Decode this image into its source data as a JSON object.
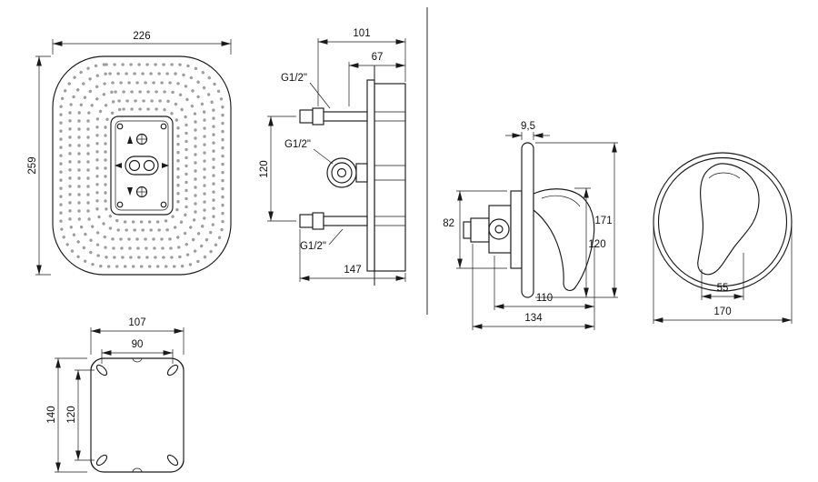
{
  "sheet": {
    "showerhead": {
      "width": "226",
      "height": "259"
    },
    "inwall": {
      "depth_total": "101",
      "depth_front": "67",
      "pipe_spacing": "120",
      "depth_overall": "147",
      "thread_top": "G1/2\"",
      "thread_middle": "G1/2\"",
      "thread_bottom": "G1/2\""
    },
    "mixer_side": {
      "plate_thickness": "9,5",
      "body_height": "82",
      "plate_height": "171",
      "handle_height": "120",
      "handle_reach": "110",
      "total_depth": "134"
    },
    "mixer_front": {
      "handle_width": "55",
      "plate_diameter": "170"
    },
    "plate": {
      "outer_width": "107",
      "hole_spacing_x": "90",
      "outer_height": "140",
      "hole_spacing_y": "120"
    }
  }
}
